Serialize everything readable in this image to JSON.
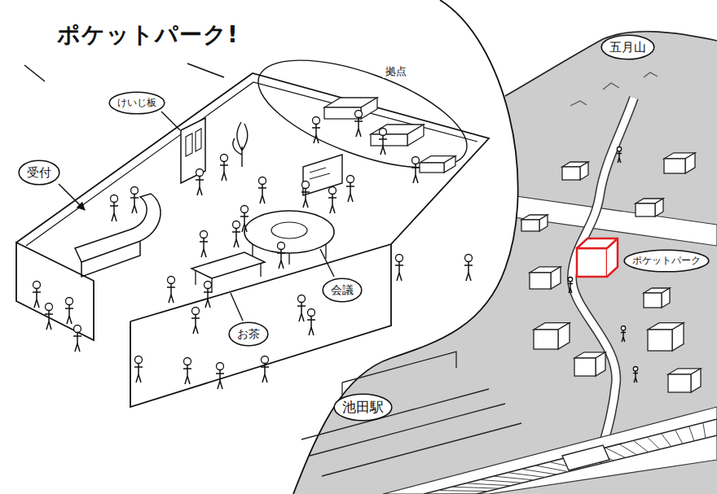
{
  "diagram": {
    "title": "ポケットパーク!",
    "nodes": [
      {
        "text": [
          "五月山"
        ]
      },
      {
        "text": [
          "受付"
        ]
      },
      {
        "text": [
          "けいじ板"
        ]
      },
      {
        "text": [
          "ポケットパーク"
        ]
      },
      {
        "text": [
          "会議"
        ]
      },
      {
        "text": [
          "お茶"
        ]
      },
      {
        "text": [
          "池田駅"
        ]
      }
    ],
    "labels": [
      "拠点"
    ]
  }
}
